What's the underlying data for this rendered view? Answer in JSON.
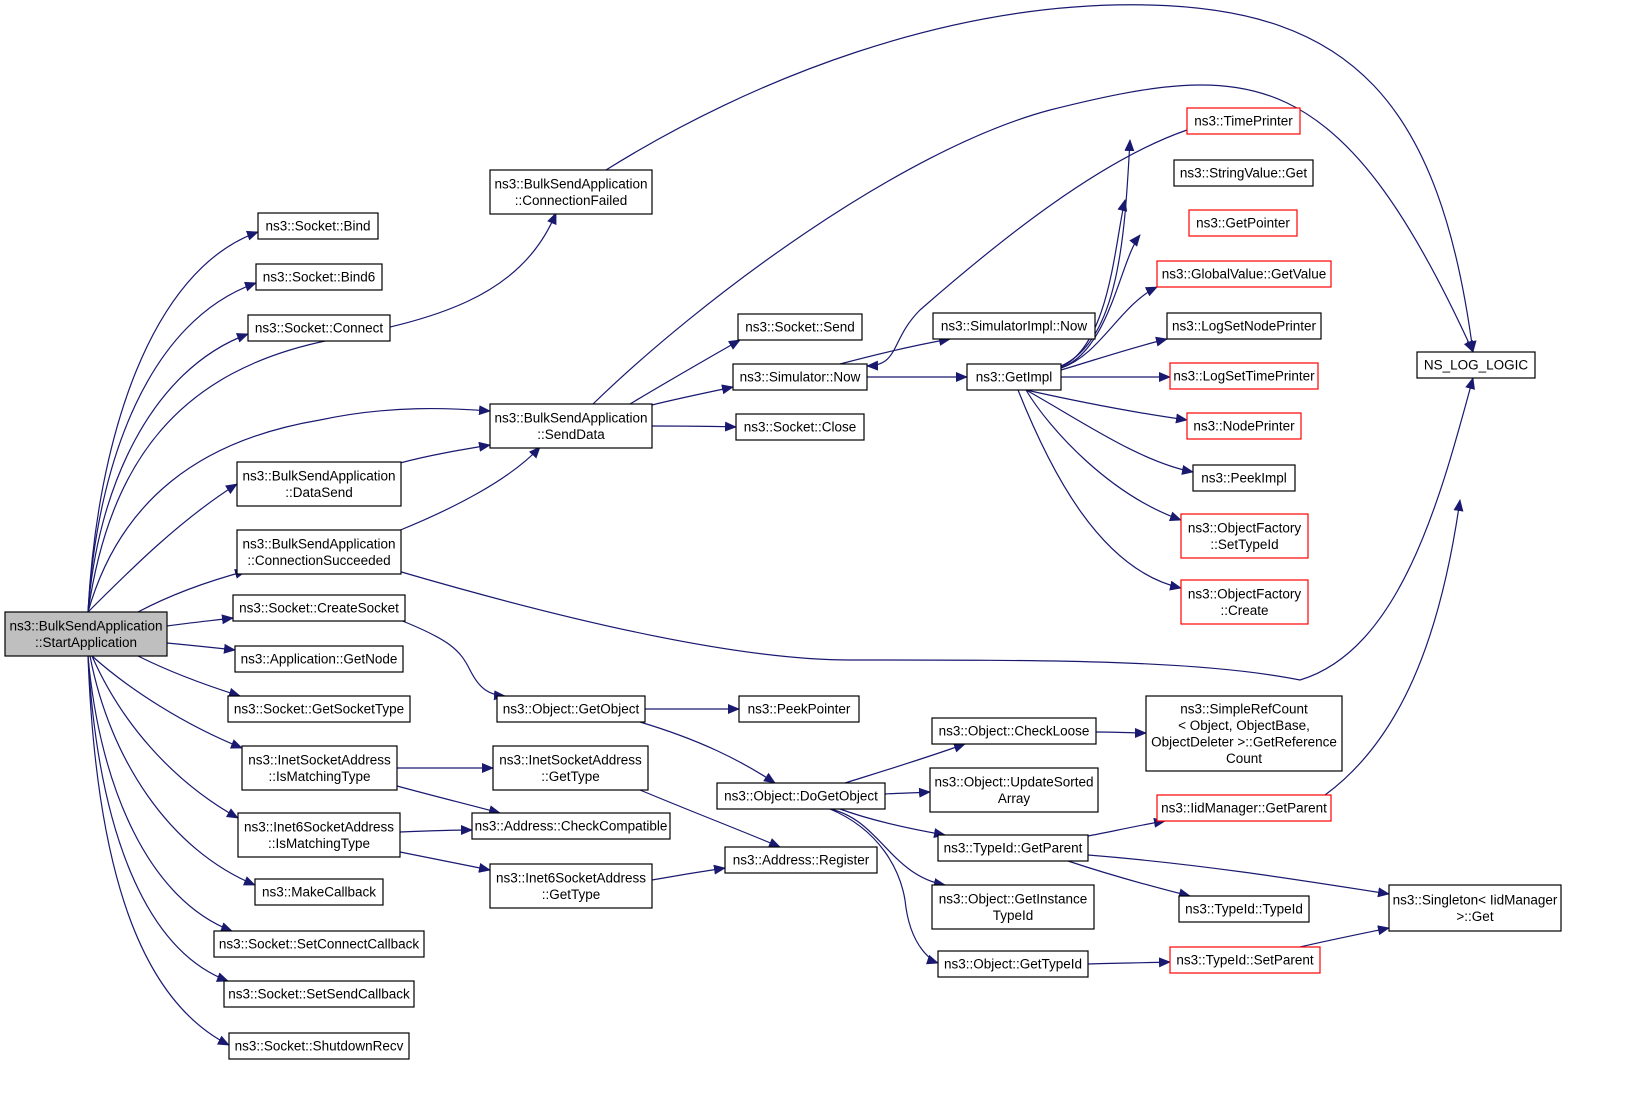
{
  "graph": {
    "colors": {
      "edge": "#191970",
      "node_border": "#000000",
      "node_border_truncated": "#ff0000",
      "root_fill": "#bfbfbf",
      "node_fill": "#ffffff"
    },
    "nodes": [
      {
        "id": "start",
        "lines": [
          "ns3::BulkSendApplication",
          "::StartApplication"
        ],
        "style": "root"
      },
      {
        "id": "bind",
        "lines": [
          "ns3::Socket::Bind"
        ],
        "style": "normal"
      },
      {
        "id": "bind6",
        "lines": [
          "ns3::Socket::Bind6"
        ],
        "style": "normal"
      },
      {
        "id": "connect",
        "lines": [
          "ns3::Socket::Connect"
        ],
        "style": "normal"
      },
      {
        "id": "connfailed",
        "lines": [
          "ns3::BulkSendApplication",
          "::ConnectionFailed"
        ],
        "style": "normal"
      },
      {
        "id": "senddata",
        "lines": [
          "ns3::BulkSendApplication",
          "::SendData"
        ],
        "style": "normal"
      },
      {
        "id": "datasend",
        "lines": [
          "ns3::BulkSendApplication",
          "::DataSend"
        ],
        "style": "normal"
      },
      {
        "id": "connsucc",
        "lines": [
          "ns3::BulkSendApplication",
          "::ConnectionSucceeded"
        ],
        "style": "normal"
      },
      {
        "id": "createsocket",
        "lines": [
          "ns3::Socket::CreateSocket"
        ],
        "style": "normal"
      },
      {
        "id": "getnode",
        "lines": [
          "ns3::Application::GetNode"
        ],
        "style": "normal"
      },
      {
        "id": "getsockettype",
        "lines": [
          "ns3::Socket::GetSocketType"
        ],
        "style": "normal"
      },
      {
        "id": "inetmatch",
        "lines": [
          "ns3::InetSocketAddress",
          "::IsMatchingType"
        ],
        "style": "normal"
      },
      {
        "id": "inet6match",
        "lines": [
          "ns3::Inet6SocketAddress",
          "::IsMatchingType"
        ],
        "style": "normal"
      },
      {
        "id": "makecallback",
        "lines": [
          "ns3::MakeCallback"
        ],
        "style": "normal"
      },
      {
        "id": "setconnectcb",
        "lines": [
          "ns3::Socket::SetConnectCallback"
        ],
        "style": "normal"
      },
      {
        "id": "setsendcb",
        "lines": [
          "ns3::Socket::SetSendCallback"
        ],
        "style": "normal"
      },
      {
        "id": "shutdownrecv",
        "lines": [
          "ns3::Socket::ShutdownRecv"
        ],
        "style": "normal"
      },
      {
        "id": "socketsend",
        "lines": [
          "ns3::Socket::Send"
        ],
        "style": "normal"
      },
      {
        "id": "simnow",
        "lines": [
          "ns3::Simulator::Now"
        ],
        "style": "normal"
      },
      {
        "id": "socketclose",
        "lines": [
          "ns3::Socket::Close"
        ],
        "style": "normal"
      },
      {
        "id": "getobject",
        "lines": [
          "ns3::Object::GetObject"
        ],
        "style": "normal"
      },
      {
        "id": "inetgettype",
        "lines": [
          "ns3::InetSocketAddress",
          "::GetType"
        ],
        "style": "normal"
      },
      {
        "id": "checkcompat",
        "lines": [
          "ns3::Address::CheckCompatible"
        ],
        "style": "normal"
      },
      {
        "id": "inet6gettype",
        "lines": [
          "ns3::Inet6SocketAddress",
          "::GetType"
        ],
        "style": "normal"
      },
      {
        "id": "simimplnow",
        "lines": [
          "ns3::SimulatorImpl::Now"
        ],
        "style": "normal"
      },
      {
        "id": "getimpl",
        "lines": [
          "ns3::GetImpl"
        ],
        "style": "normal"
      },
      {
        "id": "peekpointer",
        "lines": [
          "ns3::PeekPointer"
        ],
        "style": "normal"
      },
      {
        "id": "dogetobject",
        "lines": [
          "ns3::Object::DoGetObject"
        ],
        "style": "normal"
      },
      {
        "id": "addrregister",
        "lines": [
          "ns3::Address::Register"
        ],
        "style": "normal"
      },
      {
        "id": "checkloose",
        "lines": [
          "ns3::Object::CheckLoose"
        ],
        "style": "normal"
      },
      {
        "id": "updatesorted",
        "lines": [
          "ns3::Object::UpdateSorted",
          "Array"
        ],
        "style": "normal"
      },
      {
        "id": "typeidgetparent",
        "lines": [
          "ns3::TypeId::GetParent"
        ],
        "style": "normal"
      },
      {
        "id": "getinstancetypeid",
        "lines": [
          "ns3::Object::GetInstance",
          "TypeId"
        ],
        "style": "normal"
      },
      {
        "id": "objgettypeid",
        "lines": [
          "ns3::Object::GetTypeId"
        ],
        "style": "normal"
      },
      {
        "id": "timeprinter",
        "lines": [
          "ns3::TimePrinter"
        ],
        "style": "truncated"
      },
      {
        "id": "stringvalueget",
        "lines": [
          "ns3::StringValue::Get"
        ],
        "style": "normal"
      },
      {
        "id": "getpointer",
        "lines": [
          "ns3::GetPointer"
        ],
        "style": "truncated"
      },
      {
        "id": "globalvalueget",
        "lines": [
          "ns3::GlobalValue::GetValue"
        ],
        "style": "truncated"
      },
      {
        "id": "logsetnodeprinter",
        "lines": [
          "ns3::LogSetNodePrinter"
        ],
        "style": "normal"
      },
      {
        "id": "logsettimeprinter",
        "lines": [
          "ns3::LogSetTimePrinter"
        ],
        "style": "truncated"
      },
      {
        "id": "nodeprinter",
        "lines": [
          "ns3::NodePrinter"
        ],
        "style": "truncated"
      },
      {
        "id": "peekimpl",
        "lines": [
          "ns3::PeekImpl"
        ],
        "style": "normal"
      },
      {
        "id": "ofsettypeid",
        "lines": [
          "ns3::ObjectFactory",
          "::SetTypeId"
        ],
        "style": "truncated"
      },
      {
        "id": "ofcreate",
        "lines": [
          "ns3::ObjectFactory",
          "::Create"
        ],
        "style": "truncated"
      },
      {
        "id": "simplerefcount",
        "lines": [
          "ns3::SimpleRefCount",
          "< Object, ObjectBase,",
          "ObjectDeleter >::GetReference",
          "Count"
        ],
        "style": "normal"
      },
      {
        "id": "iidgetparent",
        "lines": [
          "ns3::IidManager::GetParent"
        ],
        "style": "truncated"
      },
      {
        "id": "typeidtypeid",
        "lines": [
          "ns3::TypeId::TypeId"
        ],
        "style": "normal"
      },
      {
        "id": "typeidsetparent",
        "lines": [
          "ns3::TypeId::SetParent"
        ],
        "style": "truncated"
      },
      {
        "id": "singletonget",
        "lines": [
          "ns3::Singleton< IidManager",
          ">::Get"
        ],
        "style": "normal"
      },
      {
        "id": "nslog",
        "lines": [
          "NS_LOG_LOGIC"
        ],
        "style": "normal"
      }
    ],
    "edges": [
      {
        "from": "start",
        "to": "bind"
      },
      {
        "from": "start",
        "to": "bind6"
      },
      {
        "from": "start",
        "to": "connect"
      },
      {
        "from": "start",
        "to": "connfailed"
      },
      {
        "from": "start",
        "to": "senddata"
      },
      {
        "from": "start",
        "to": "datasend"
      },
      {
        "from": "start",
        "to": "connsucc"
      },
      {
        "from": "start",
        "to": "createsocket"
      },
      {
        "from": "start",
        "to": "getnode"
      },
      {
        "from": "start",
        "to": "getsockettype"
      },
      {
        "from": "start",
        "to": "inetmatch"
      },
      {
        "from": "start",
        "to": "inet6match"
      },
      {
        "from": "start",
        "to": "makecallback"
      },
      {
        "from": "start",
        "to": "setconnectcb"
      },
      {
        "from": "start",
        "to": "setsendcb"
      },
      {
        "from": "start",
        "to": "shutdownrecv"
      },
      {
        "from": "connfailed",
        "to": "nslog"
      },
      {
        "from": "senddata",
        "to": "nslog"
      },
      {
        "from": "senddata",
        "to": "socketsend"
      },
      {
        "from": "senddata",
        "to": "simnow"
      },
      {
        "from": "senddata",
        "to": "socketclose"
      },
      {
        "from": "datasend",
        "to": "senddata"
      },
      {
        "from": "connsucc",
        "to": "senddata"
      },
      {
        "from": "connsucc",
        "to": "nslog"
      },
      {
        "from": "createsocket",
        "to": "getobject"
      },
      {
        "from": "inetmatch",
        "to": "inetgettype"
      },
      {
        "from": "inetmatch",
        "to": "checkcompat"
      },
      {
        "from": "inet6match",
        "to": "checkcompat"
      },
      {
        "from": "inet6match",
        "to": "inet6gettype"
      },
      {
        "from": "simnow",
        "to": "simimplnow"
      },
      {
        "from": "simnow",
        "to": "getimpl"
      },
      {
        "from": "timeprinter",
        "to": "simnow"
      },
      {
        "from": "getobject",
        "to": "peekpointer"
      },
      {
        "from": "getobject",
        "to": "dogetobject"
      },
      {
        "from": "inetgettype",
        "to": "addrregister"
      },
      {
        "from": "inet6gettype",
        "to": "addrregister"
      },
      {
        "from": "getimpl",
        "to": "timeprinter"
      },
      {
        "from": "getimpl",
        "to": "stringvalueget"
      },
      {
        "from": "getimpl",
        "to": "getpointer"
      },
      {
        "from": "getimpl",
        "to": "globalvalueget"
      },
      {
        "from": "getimpl",
        "to": "logsetnodeprinter"
      },
      {
        "from": "getimpl",
        "to": "logsettimeprinter"
      },
      {
        "from": "getimpl",
        "to": "nodeprinter"
      },
      {
        "from": "getimpl",
        "to": "peekimpl"
      },
      {
        "from": "getimpl",
        "to": "ofsettypeid"
      },
      {
        "from": "getimpl",
        "to": "ofcreate"
      },
      {
        "from": "dogetobject",
        "to": "checkloose"
      },
      {
        "from": "dogetobject",
        "to": "updatesorted"
      },
      {
        "from": "dogetobject",
        "to": "typeidgetparent"
      },
      {
        "from": "dogetobject",
        "to": "getinstancetypeid"
      },
      {
        "from": "dogetobject",
        "to": "objgettypeid"
      },
      {
        "from": "checkloose",
        "to": "simplerefcount"
      },
      {
        "from": "typeidgetparent",
        "to": "iidgetparent"
      },
      {
        "from": "typeidgetparent",
        "to": "typeidtypeid"
      },
      {
        "from": "typeidgetparent",
        "to": "singletonget"
      },
      {
        "from": "objgettypeid",
        "to": "typeidsetparent"
      },
      {
        "from": "iidgetparent",
        "to": "nslog"
      },
      {
        "from": "typeidsetparent",
        "to": "singletonget"
      }
    ]
  }
}
